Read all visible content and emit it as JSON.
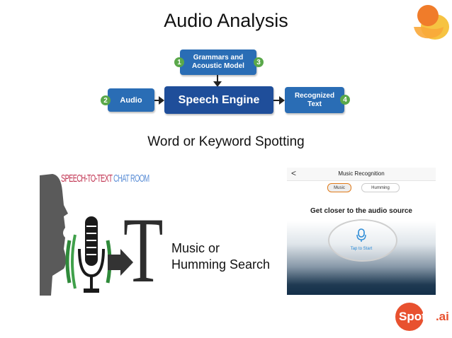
{
  "title": "Audio Analysis",
  "diagram": {
    "grammars": "Grammars and\nAcoustic Model",
    "audio": "Audio",
    "engine": "Speech Engine",
    "recognized": "Recognized\nText",
    "steps": [
      "1",
      "2",
      "3",
      "4"
    ]
  },
  "keyword_spotting": "Word or Keyword Spotting",
  "speech_image": {
    "banner_left": "SPEECH-TO-TEXT",
    "banner_right": "CHAT ROOM",
    "letter": "T"
  },
  "music_label": "Music or\nHumming Search",
  "phone": {
    "back": "<",
    "title": "Music Recognition",
    "tab_music": "Music",
    "tab_humming": "Humming",
    "prompt": "Get closer to the audio source",
    "tap": "Tap to Start"
  },
  "logo": {
    "text": "Spotle.ai"
  },
  "colors": {
    "box_light": "#2a6db5",
    "box_dark": "#1f4e9a",
    "step_green": "#5aa84a",
    "logo_orange": "#e8512f",
    "blob_orange": "#f07c2a",
    "blob_yellow": "#f6c342"
  }
}
